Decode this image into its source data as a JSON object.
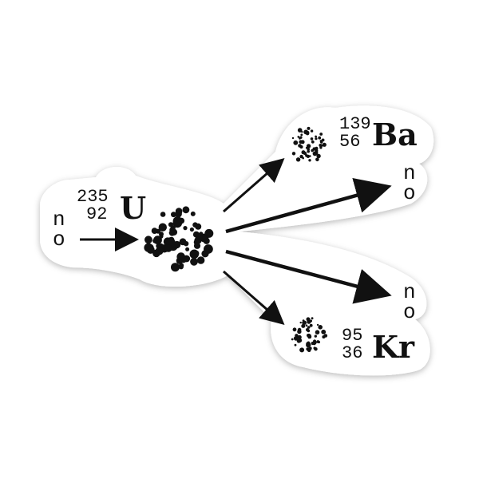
{
  "colors": {
    "ink": "#111111",
    "sticker_fill": "#ffffff",
    "background": "#ffffff"
  },
  "incoming_neutron": {
    "top": "n",
    "bottom": "o"
  },
  "uranium": {
    "mass": "235",
    "atomic": "92",
    "symbol": "U"
  },
  "barium": {
    "mass": "139",
    "atomic": "56",
    "symbol": "Ba"
  },
  "krypton": {
    "mass": "95",
    "atomic": "36",
    "symbol": "Kr"
  },
  "outgoing_neutron_1": {
    "top": "n",
    "bottom": "o"
  },
  "outgoing_neutron_2": {
    "top": "n",
    "bottom": "o"
  }
}
